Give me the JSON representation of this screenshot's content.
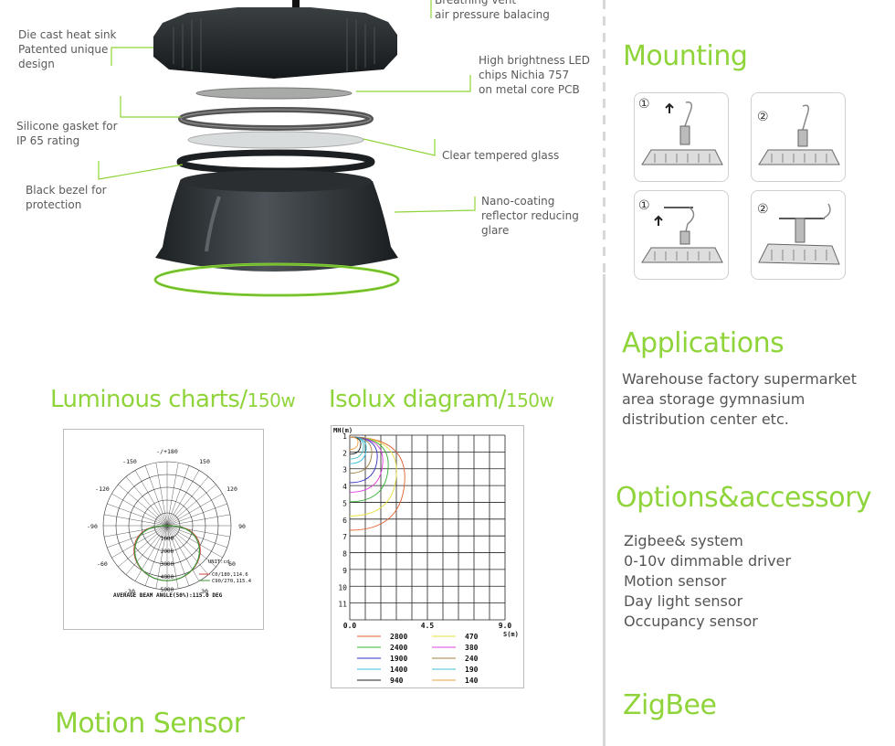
{
  "product": {
    "callouts": {
      "vent": "Breathing vent\nair pressure balacing",
      "heatsink": "Die cast heat sink\nPatented unique\ndesign",
      "led": "High brightness LED\nchips Nichia 757\non metal core PCB",
      "gasket": "Silicone gasket for\nIP 65 rating",
      "glass": "Clear tempered glass",
      "bezel": "Black bezel for\nprotection",
      "reflector": "Nano-coating\nreflector reducing\nglare"
    }
  },
  "luminous": {
    "title": "Luminous charts/",
    "suffix": "150w",
    "chart_data": {
      "type": "polar",
      "angle_labels": [
        "-/+180",
        "150",
        "-150",
        "120",
        "-120",
        "90",
        "-90",
        "60",
        "-60",
        "30",
        "-30",
        "0"
      ],
      "radial_labels": [
        "1000",
        "2000",
        "3000",
        "4000",
        "5000"
      ],
      "unit": "UNIT:cd",
      "series": [
        {
          "name": "C0/180,114.6",
          "color": "#d04040"
        },
        {
          "name": "C90/270,115.4",
          "color": "#3a9a3a"
        }
      ],
      "note": "AVERAGE BEAM ANGLE(50%):115.0 DEG"
    }
  },
  "isolux": {
    "title": "Isolux diagram/",
    "suffix": "150w",
    "chart_data": {
      "type": "contour",
      "ylabel": "MH(m)",
      "xlabel": "S(m)",
      "y_ticks": [
        "1",
        "2",
        "3",
        "4",
        "5",
        "6",
        "7",
        "8",
        "9",
        "10",
        "11"
      ],
      "x_ticks": [
        "0.0",
        "4.5",
        "9.0"
      ],
      "legend": [
        {
          "label": "2800",
          "color": "#e06030"
        },
        {
          "label": "470",
          "color": "#e8e040"
        },
        {
          "label": "2400",
          "color": "#30b030"
        },
        {
          "label": "380",
          "color": "#e040e0"
        },
        {
          "label": "1900",
          "color": "#3030c0"
        },
        {
          "label": "240",
          "color": "#a08040"
        },
        {
          "label": "1400",
          "color": "#30c0e0"
        },
        {
          "label": "190",
          "color": "#40c0d0"
        },
        {
          "label": "940",
          "color": "#202020"
        },
        {
          "label": "140",
          "color": "#f0a040"
        }
      ]
    }
  },
  "motion": {
    "title": "Motion Sensor"
  },
  "mounting": {
    "title": "Mounting",
    "steps": [
      "①",
      "②",
      "①",
      "②"
    ]
  },
  "applications": {
    "title": "Applications",
    "text": "Warehouse  factory  supermarket\narea  storage   gymnasium\ndistribution   center etc."
  },
  "options": {
    "title": "Options&accessory",
    "items": [
      "Zigbee& system",
      "0-10v dimmable driver",
      "Motion sensor",
      "Day light sensor",
      "Occupancy sensor"
    ]
  },
  "zigbee": {
    "title": "ZigBee"
  },
  "colors": {
    "accent": "#8fd43a",
    "line": "#8fd43a",
    "dark": "#2a2e30"
  }
}
